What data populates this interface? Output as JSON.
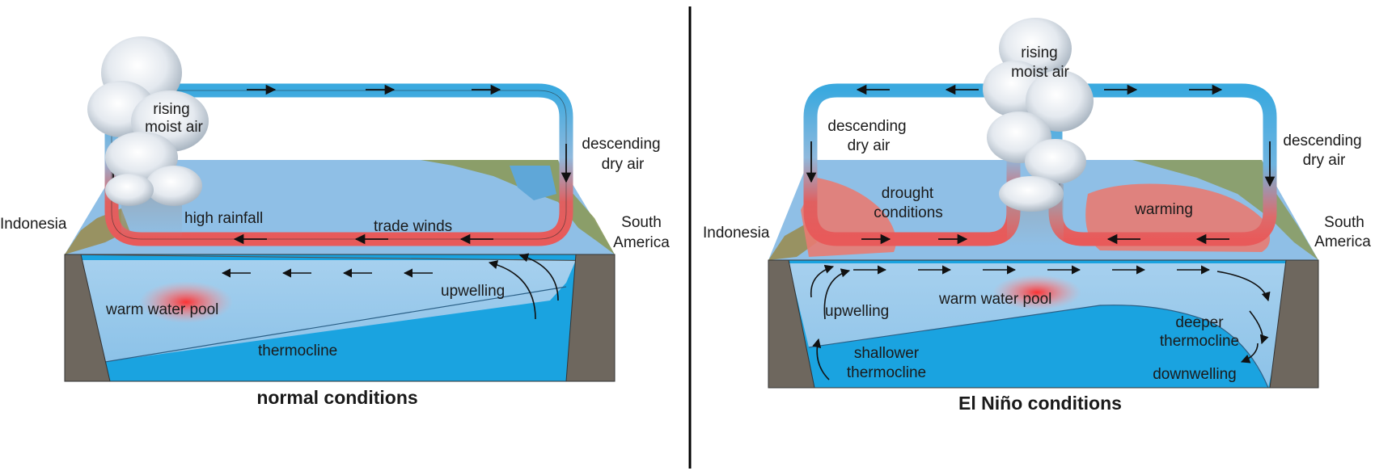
{
  "normal": {
    "title": "normal conditions",
    "labels": {
      "rising_1": "rising",
      "rising_2": "moist air",
      "descending_1": "descending",
      "descending_2": "dry air",
      "high_rainfall": "high rainfall",
      "trade_winds": "trade winds",
      "indonesia": "Indonesia",
      "south_1": "South",
      "south_2": "America",
      "warm_pool": "warm water pool",
      "upwelling": "upwelling",
      "thermocline": "thermocline"
    }
  },
  "elnino": {
    "title": "El Niño conditions",
    "labels": {
      "rising_1": "rising",
      "rising_2": "moist air",
      "desc_left_1": "descending",
      "desc_left_2": "dry air",
      "desc_right_1": "descending",
      "desc_right_2": "dry air",
      "drought_1": "drought",
      "drought_2": "conditions",
      "warming": "warming",
      "indonesia": "Indonesia",
      "south_1": "South",
      "south_2": "America",
      "warm_pool": "warm water pool",
      "upwelling": "upwelling",
      "deeper_1": "deeper",
      "deeper_2": "thermocline",
      "shallower_1": "shallower",
      "shallower_2": "thermocline",
      "downwelling": "downwelling"
    }
  },
  "colors": {
    "sea_surface": "#8fbfe6",
    "deep_water": "#1aa3e0",
    "upper_water": "#9ccbea",
    "land_wall": "#6e675e",
    "air_cool": "#3aa9df",
    "air_warm": "#e85a5a",
    "warm_patch": "#e87b72",
    "divider": "#000000"
  }
}
